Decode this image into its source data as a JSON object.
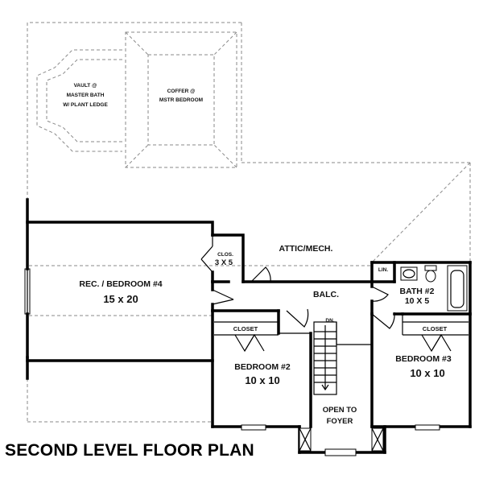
{
  "title": "SECOND LEVEL FLOOR PLAN",
  "rooms": {
    "vault": {
      "line1": "VAULT @",
      "line2": "MASTER BATH",
      "line3": "W/ PLANT LEDGE"
    },
    "coffer": {
      "line1": "COFFER @",
      "line2": "MSTR BEDROOM"
    },
    "rec": {
      "name": "REC. / BEDROOM #4",
      "size": "15 x 20"
    },
    "closet_small": {
      "name": "CLOS.",
      "size": "3 X 5"
    },
    "attic": {
      "name": "ATTIC/MECH."
    },
    "balc": {
      "name": "BALC."
    },
    "lin": {
      "name": "LIN."
    },
    "bath2": {
      "name": "BATH #2",
      "size": "10 X 5"
    },
    "closet2": {
      "name": "CLOSET"
    },
    "closet3": {
      "name": "CLOSET"
    },
    "bed2": {
      "name": "BEDROOM #2",
      "size": "10 x 10"
    },
    "bed3": {
      "name": "BEDROOM #3",
      "size": "10 x 10"
    },
    "stair": {
      "label": "DN."
    },
    "foyer": {
      "line1": "OPEN TO",
      "line2": "FOYER"
    }
  }
}
